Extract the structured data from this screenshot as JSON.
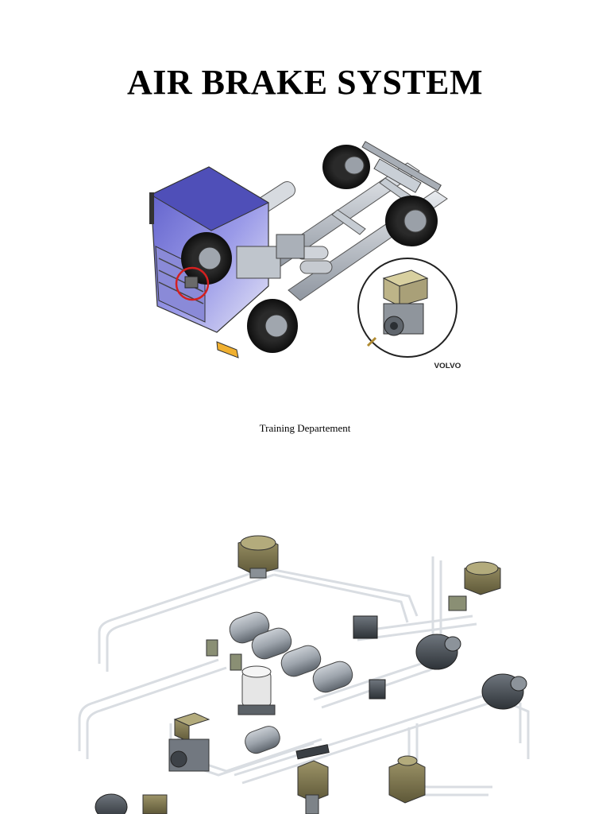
{
  "document": {
    "title": "AIR BRAKE SYSTEM",
    "caption": "Training Departement"
  },
  "figures": {
    "truck_illustration": {
      "brand_mark": "VOLVO",
      "icon": "truck-chassis-illustration",
      "inset_icon": "air-compressor-icon"
    },
    "system_diagram": {
      "icon": "air-brake-components-diagram"
    }
  },
  "colors": {
    "cab": "#6f6fd0",
    "chassis": "#b9bfc8",
    "highlight_circle": "#d42020",
    "component_body": "#9aa3ad",
    "valve_olive": "#7a7350",
    "tubing": "#d9dde2"
  }
}
